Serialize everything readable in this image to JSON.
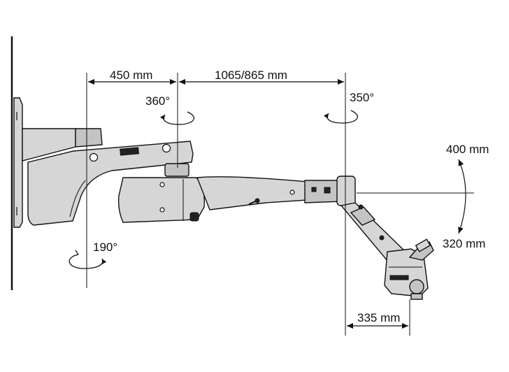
{
  "dimensions": {
    "wall_offset": "450 mm",
    "arm_length": "1065/865 mm",
    "microscope_reach": "335 mm",
    "height_up": "400 mm",
    "height_down": "320 mm"
  },
  "rotations": {
    "wall_joint": "190°",
    "first_joint": "360°",
    "second_joint": "350°"
  },
  "colors": {
    "body": "#d6d6d6",
    "body_shade": "#c4c4c4",
    "line": "#111111",
    "accent": "#d02020"
  }
}
